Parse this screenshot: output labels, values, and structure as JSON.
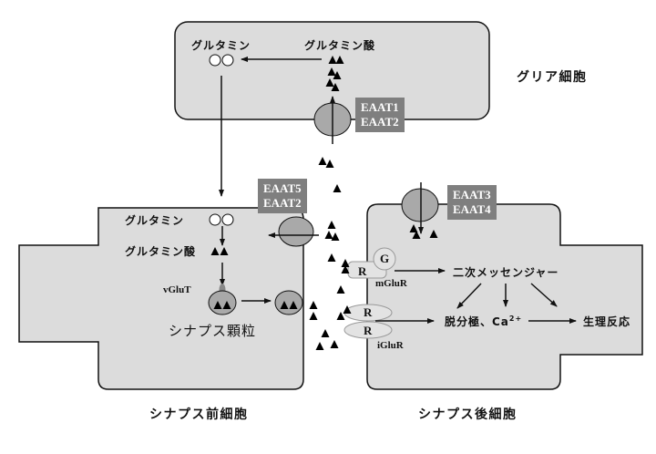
{
  "cells": {
    "glia": {
      "label": "グリア細胞",
      "glutamine": "グルタミン",
      "glutamate": "グルタミン酸"
    },
    "presynaptic": {
      "label": "シナプス前細胞",
      "glutamine": "グルタミン",
      "glutamate": "グルタミン酸",
      "vglut": "vGluT",
      "vesicle": "シナプス顆粒"
    },
    "postsynaptic": {
      "label": "シナプス後細胞",
      "second_messenger": "二次メッセンジャー",
      "depolarization": "脱分極、Ca",
      "ca_superscript": "2+",
      "physiological_response": "生理反応",
      "mglur": "mGluR",
      "iglur": "iGluR",
      "receptor_r": "R",
      "g_protein": "G"
    }
  },
  "transporters": {
    "glia": [
      "EAAT1",
      "EAAT2"
    ],
    "presynaptic": [
      "EAAT5",
      "EAAT2"
    ],
    "postsynaptic": [
      "EAAT3",
      "EAAT4"
    ]
  },
  "colors": {
    "cell_fill": "#dcdcdc",
    "cell_stroke": "#111111",
    "transporter_fill": "#a9a9a9",
    "label_box": "#7f7f7f",
    "receptor_fill": "#e3e3e3",
    "receptor_stroke": "#9a9a9a"
  }
}
